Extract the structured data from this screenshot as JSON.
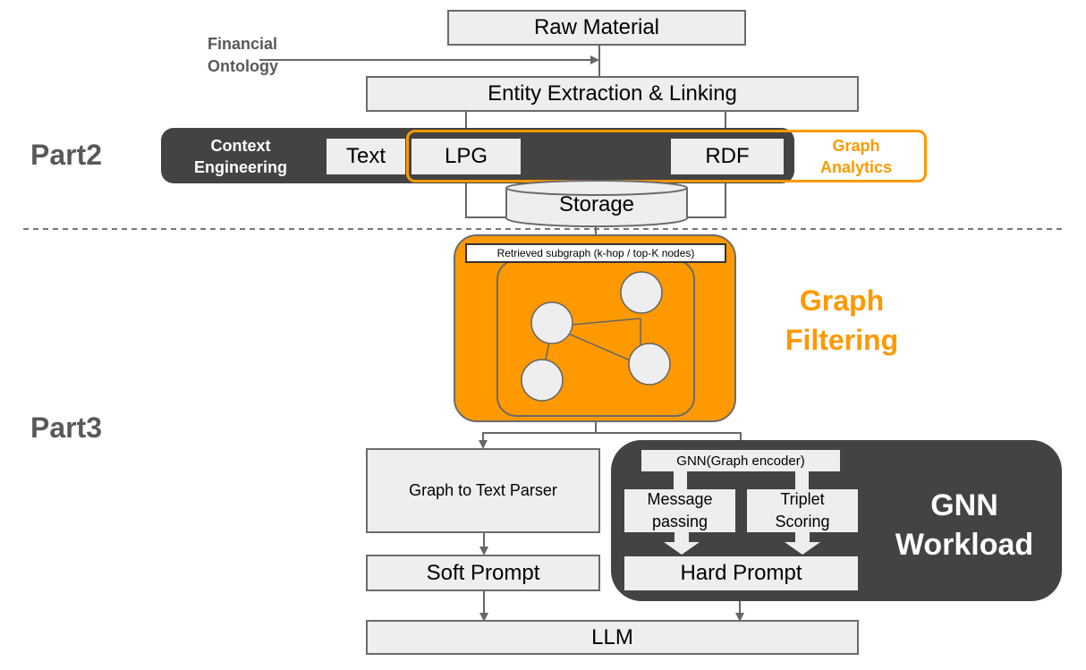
{
  "sections": {
    "part2": "Part2",
    "part3": "Part3"
  },
  "pipeline": {
    "raw_material": "Raw Material",
    "financial_ontology_line1": "Financial",
    "financial_ontology_line2": "Ontology",
    "entity_extraction": "Entity Extraction & Linking",
    "storage": "Storage"
  },
  "context_engineering": {
    "label_line1": "Context",
    "label_line2": "Engineering",
    "text_box": "Text",
    "lpg_box": "LPG",
    "rdf_box": "RDF"
  },
  "graph_analytics": {
    "label_line1": "Graph",
    "label_line2": "Analytics"
  },
  "graph_filtering": {
    "subgraph_label": "Retrieved subgraph (k-hop / top-K nodes)",
    "label_line1": "Graph",
    "label_line2": "Filtering"
  },
  "parser_branch": {
    "parser": "Graph to Text Parser",
    "soft_prompt": "Soft Prompt"
  },
  "gnn_workload": {
    "encoder": "GNN(Graph encoder)",
    "message_passing_line1": "Message",
    "message_passing_line2": "passing",
    "triplet_scoring_line1": "Triplet",
    "triplet_scoring_line2": "Scoring",
    "hard_prompt": "Hard Prompt",
    "label_line1": "GNN",
    "label_line2": "Workload"
  },
  "output": {
    "llm": "LLM"
  },
  "colors": {
    "accent_orange": "#ff9900",
    "dark_panel": "#434343",
    "box_fill": "#eeeeee",
    "line": "#666666",
    "section_label": "#595959"
  }
}
